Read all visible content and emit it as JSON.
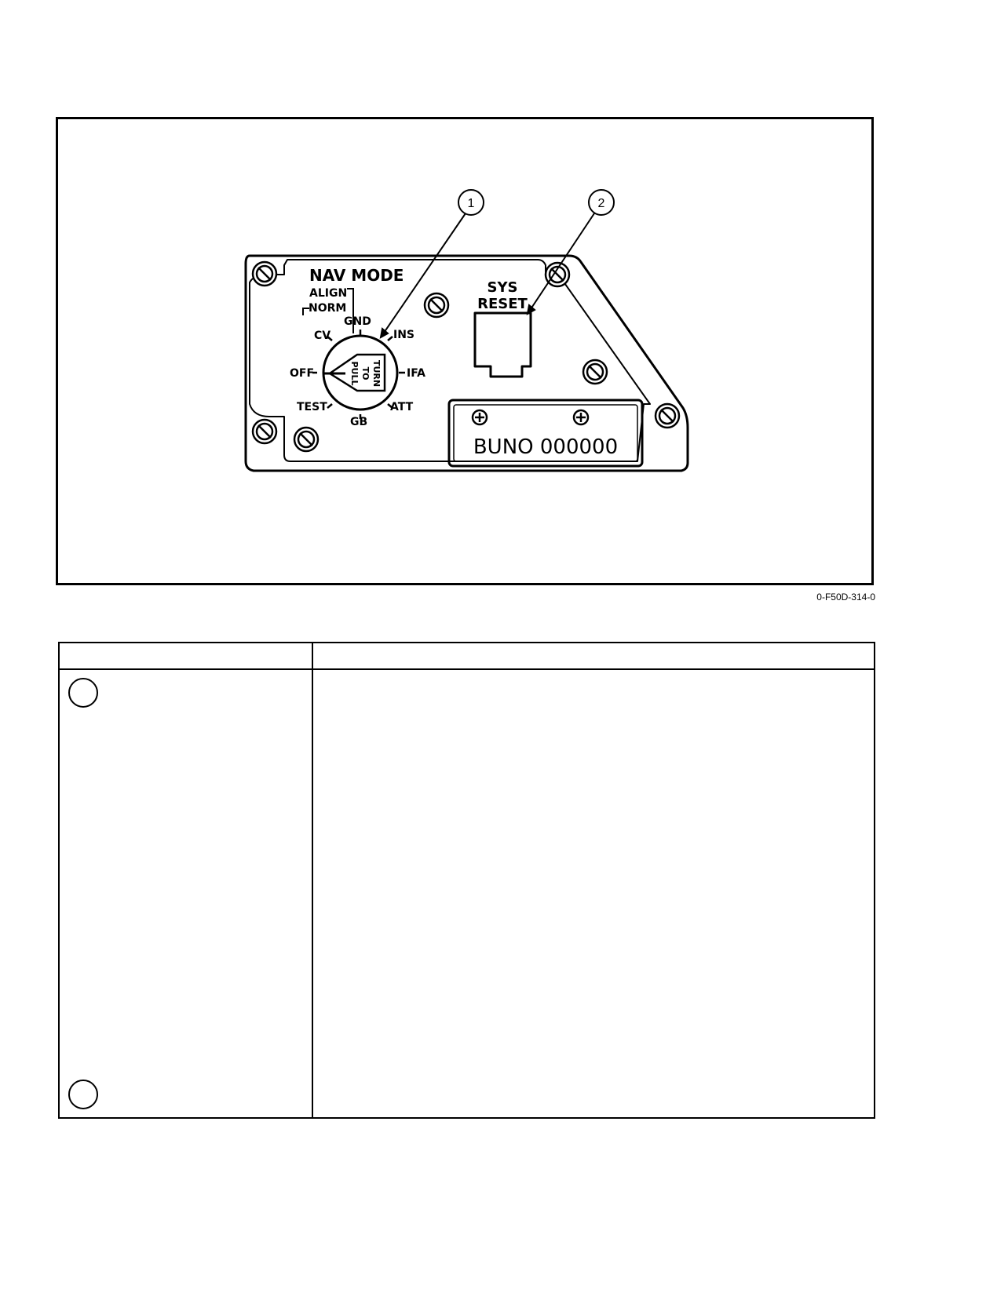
{
  "figure": {
    "panel": {
      "title": "NAV MODE",
      "selector_positions": [
        "ALIGN",
        "NORM",
        "CV",
        "GND",
        "INS",
        "OFF",
        "IFA",
        "TEST",
        "GB",
        "ATT"
      ],
      "knob_text": [
        "PULL",
        "TO",
        "TURN"
      ],
      "reset_label": [
        "SYS",
        "RESET"
      ],
      "plate_text": "BUNO 000000"
    },
    "callouts": [
      "1",
      "2"
    ],
    "figure_id": "0-F50D-314-0"
  },
  "table": {
    "headers": [
      "",
      ""
    ],
    "rows": [
      {
        "marker": "",
        "control": "",
        "function": ""
      },
      {
        "marker": "",
        "control": "",
        "function": ""
      }
    ]
  }
}
